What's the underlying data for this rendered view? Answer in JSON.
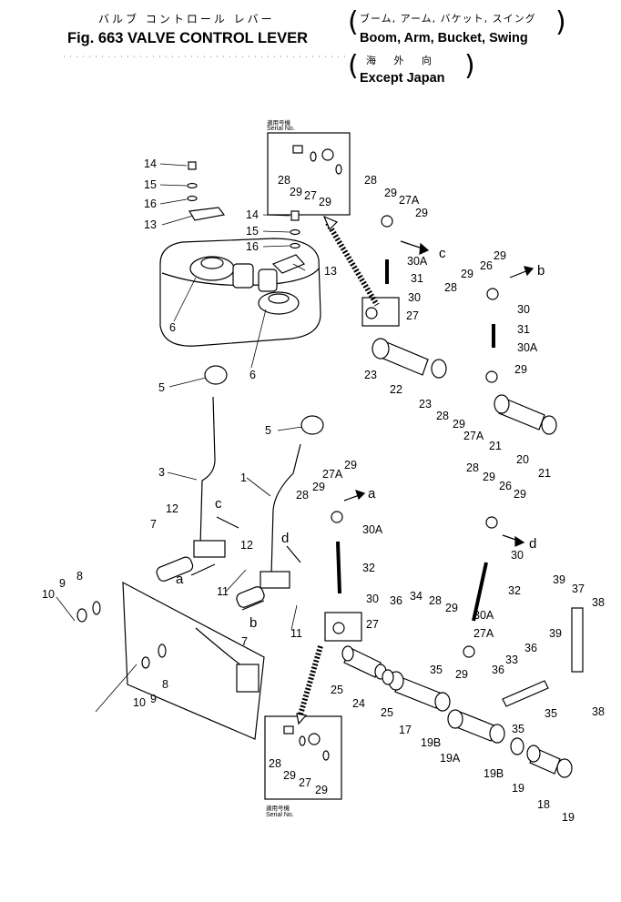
{
  "header": {
    "jp_title": "バルブ コントロール レバー",
    "fig_title": "Fig. 663 VALVE CONTROL LEVER",
    "jp_sub1": "ブーム, アーム, バケット, スイング",
    "en_sub1": "Boom, Arm, Bucket, Swing",
    "jp_sub2": "海 外 向",
    "en_sub2": "Except Japan"
  },
  "insets": {
    "top_jp": "適用号機",
    "top_serial": "Serial No.",
    "bottom_jp": "適用号機",
    "bottom_serial": "Serial No."
  },
  "callouts": [
    {
      "id": "c1",
      "text": "14"
    },
    {
      "id": "c2",
      "text": "15"
    },
    {
      "id": "c3",
      "text": "16"
    },
    {
      "id": "c4",
      "text": "13"
    },
    {
      "id": "c5",
      "text": "14"
    },
    {
      "id": "c6",
      "text": "15"
    },
    {
      "id": "c7",
      "text": "16"
    },
    {
      "id": "c8",
      "text": "13"
    },
    {
      "id": "c9",
      "text": "6"
    },
    {
      "id": "c10",
      "text": "6"
    },
    {
      "id": "c11",
      "text": "28"
    },
    {
      "id": "c12",
      "text": "29"
    },
    {
      "id": "c13",
      "text": "27"
    },
    {
      "id": "c14",
      "text": "29"
    },
    {
      "id": "c15",
      "text": "28"
    },
    {
      "id": "c16",
      "text": "29"
    },
    {
      "id": "c17",
      "text": "27A"
    },
    {
      "id": "c18",
      "text": "29"
    },
    {
      "id": "c19",
      "text": "c"
    },
    {
      "id": "c20",
      "text": "30A"
    },
    {
      "id": "c21",
      "text": "31"
    },
    {
      "id": "c22",
      "text": "30"
    },
    {
      "id": "c23",
      "text": "27"
    },
    {
      "id": "c24",
      "text": "29"
    },
    {
      "id": "c25",
      "text": "29"
    },
    {
      "id": "c26",
      "text": "26"
    },
    {
      "id": "c27",
      "text": "b"
    },
    {
      "id": "c28",
      "text": "28"
    },
    {
      "id": "c29",
      "text": "30"
    },
    {
      "id": "c30",
      "text": "31"
    },
    {
      "id": "c31",
      "text": "30A"
    },
    {
      "id": "c32",
      "text": "23"
    },
    {
      "id": "c33",
      "text": "22"
    },
    {
      "id": "c34",
      "text": "23"
    },
    {
      "id": "c35",
      "text": "28"
    },
    {
      "id": "c36",
      "text": "29"
    },
    {
      "id": "c37",
      "text": "27A"
    },
    {
      "id": "c38",
      "text": "29"
    },
    {
      "id": "c39",
      "text": "21"
    },
    {
      "id": "c40",
      "text": "20"
    },
    {
      "id": "c41",
      "text": "21"
    },
    {
      "id": "c42",
      "text": "5"
    },
    {
      "id": "c43",
      "text": "5"
    },
    {
      "id": "c44",
      "text": "3"
    },
    {
      "id": "c45",
      "text": "1"
    },
    {
      "id": "c46",
      "text": "28"
    },
    {
      "id": "c47",
      "text": "29"
    },
    {
      "id": "c48",
      "text": "27A"
    },
    {
      "id": "c49",
      "text": "29"
    },
    {
      "id": "c50",
      "text": "a"
    },
    {
      "id": "c51",
      "text": "30A"
    },
    {
      "id": "c52",
      "text": "28"
    },
    {
      "id": "c53",
      "text": "29"
    },
    {
      "id": "c54",
      "text": "26"
    },
    {
      "id": "c55",
      "text": "29"
    },
    {
      "id": "c56",
      "text": "d"
    },
    {
      "id": "c57",
      "text": "30"
    },
    {
      "id": "c58",
      "text": "12"
    },
    {
      "id": "c59",
      "text": "c"
    },
    {
      "id": "c60",
      "text": "7"
    },
    {
      "id": "c61",
      "text": "a"
    },
    {
      "id": "c62",
      "text": "12"
    },
    {
      "id": "c63",
      "text": "d"
    },
    {
      "id": "c64",
      "text": "11"
    },
    {
      "id": "c65",
      "text": "32"
    },
    {
      "id": "c66",
      "text": "32"
    },
    {
      "id": "c67",
      "text": "10"
    },
    {
      "id": "c68",
      "text": "9"
    },
    {
      "id": "c69",
      "text": "8"
    },
    {
      "id": "c70",
      "text": "b"
    },
    {
      "id": "c71",
      "text": "7"
    },
    {
      "id": "c72",
      "text": "11"
    },
    {
      "id": "c73",
      "text": "30"
    },
    {
      "id": "c74",
      "text": "27"
    },
    {
      "id": "c75",
      "text": "36"
    },
    {
      "id": "c76",
      "text": "34"
    },
    {
      "id": "c77",
      "text": "28"
    },
    {
      "id": "c78",
      "text": "29"
    },
    {
      "id": "c79",
      "text": "30A"
    },
    {
      "id": "c80",
      "text": "27A"
    },
    {
      "id": "c81",
      "text": "39"
    },
    {
      "id": "c82",
      "text": "37"
    },
    {
      "id": "c83",
      "text": "38"
    },
    {
      "id": "c84",
      "text": "39"
    },
    {
      "id": "c85",
      "text": "8"
    },
    {
      "id": "c86",
      "text": "10"
    },
    {
      "id": "c87",
      "text": "9"
    },
    {
      "id": "c88",
      "text": "25"
    },
    {
      "id": "c89",
      "text": "24"
    },
    {
      "id": "c90",
      "text": "25"
    },
    {
      "id": "c91",
      "text": "35"
    },
    {
      "id": "c92",
      "text": "29"
    },
    {
      "id": "c93",
      "text": "33"
    },
    {
      "id": "c94",
      "text": "36"
    },
    {
      "id": "c95",
      "text": "36"
    },
    {
      "id": "c96",
      "text": "35"
    },
    {
      "id": "c97",
      "text": "35"
    },
    {
      "id": "c98",
      "text": "38"
    },
    {
      "id": "c99",
      "text": "17"
    },
    {
      "id": "c100",
      "text": "19B"
    },
    {
      "id": "c101",
      "text": "19A"
    },
    {
      "id": "c102",
      "text": "19B"
    },
    {
      "id": "c103",
      "text": "19"
    },
    {
      "id": "c104",
      "text": "18"
    },
    {
      "id": "c105",
      "text": "19"
    },
    {
      "id": "c106",
      "text": "28"
    },
    {
      "id": "c107",
      "text": "29"
    },
    {
      "id": "c108",
      "text": "27"
    },
    {
      "id": "c109",
      "text": "29"
    }
  ]
}
